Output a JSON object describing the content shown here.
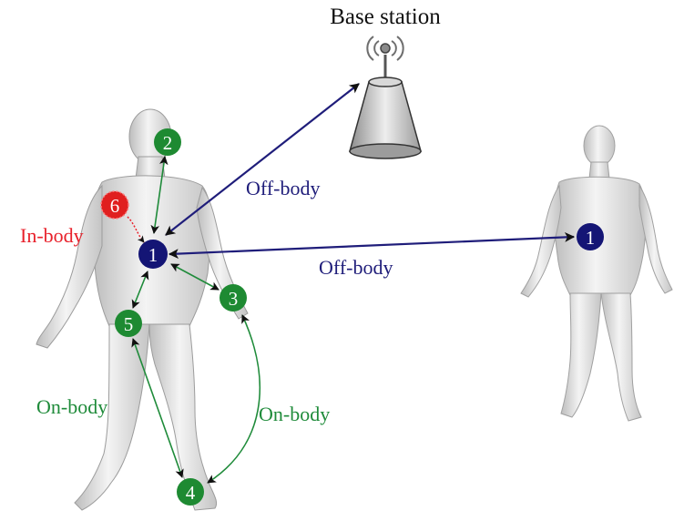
{
  "base_station": {
    "label": "Base station"
  },
  "link_labels": {
    "off_body_station": "Off-body",
    "off_body_person": "Off-body",
    "in_body": "In-body",
    "on_body_left": "On-body",
    "on_body_right": "On-body"
  },
  "nodes": {
    "hub": "1",
    "n2": "2",
    "n3": "3",
    "n4": "4",
    "n5": "5",
    "n6": "6",
    "remote_hub": "1"
  },
  "colors": {
    "off_body": "#1f1d7a",
    "on_body": "#1f8b3a",
    "in_body": "#e8212b",
    "hub_node": "#141575",
    "sensor_node": "#1e8a32",
    "implant_node": "#e01f1f"
  }
}
